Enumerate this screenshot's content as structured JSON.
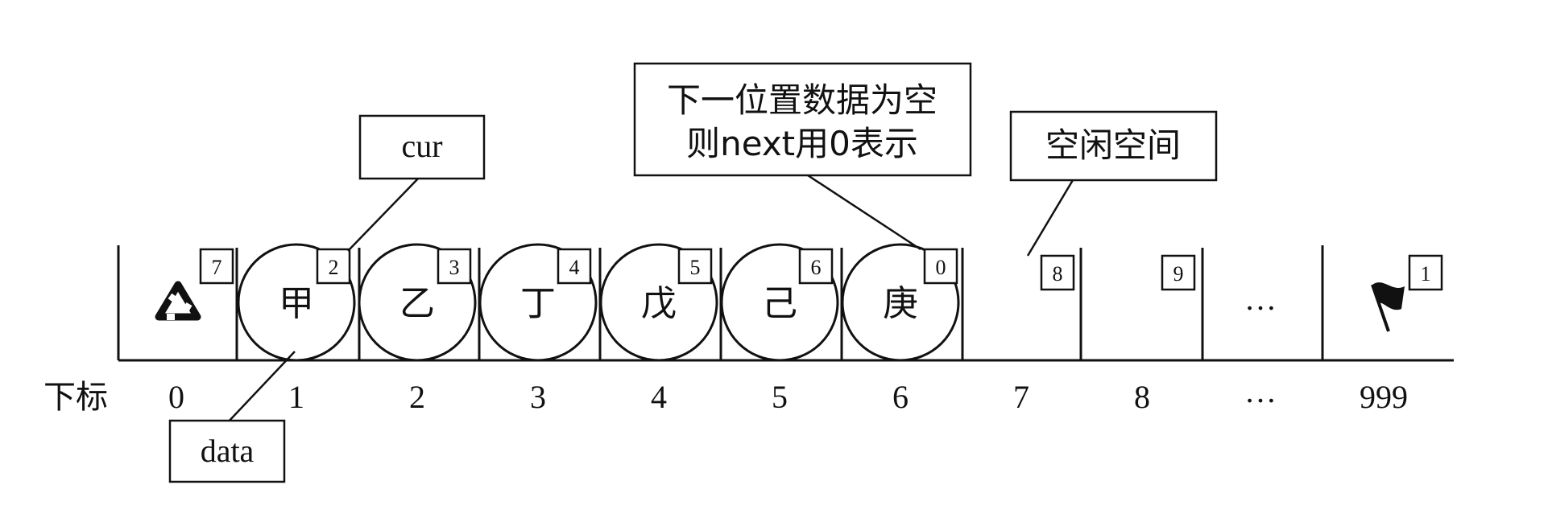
{
  "cells": [
    {
      "index": "0",
      "data": "",
      "cur": "7",
      "icon": "recycle-icon"
    },
    {
      "index": "1",
      "data": "甲",
      "cur": "2"
    },
    {
      "index": "2",
      "data": "乙",
      "cur": "3"
    },
    {
      "index": "3",
      "data": "丁",
      "cur": "4"
    },
    {
      "index": "4",
      "data": "戊",
      "cur": "5"
    },
    {
      "index": "5",
      "data": "己",
      "cur": "6"
    },
    {
      "index": "6",
      "data": "庚",
      "cur": "0"
    },
    {
      "index": "7",
      "data": "",
      "cur": "8"
    },
    {
      "index": "8",
      "data": "",
      "cur": "9"
    },
    {
      "index": "…",
      "data": "…",
      "cur": ""
    },
    {
      "index": "999",
      "data": "",
      "cur": "1",
      "icon": "flag-icon"
    }
  ],
  "index_label": "下标",
  "callouts": {
    "cur": "cur",
    "data": "data",
    "next_empty": [
      "下一位置数据为空",
      "则next用0表示"
    ],
    "free_space": "空闲空间"
  },
  "colors": {
    "line": "#111111",
    "background": "#ffffff"
  }
}
